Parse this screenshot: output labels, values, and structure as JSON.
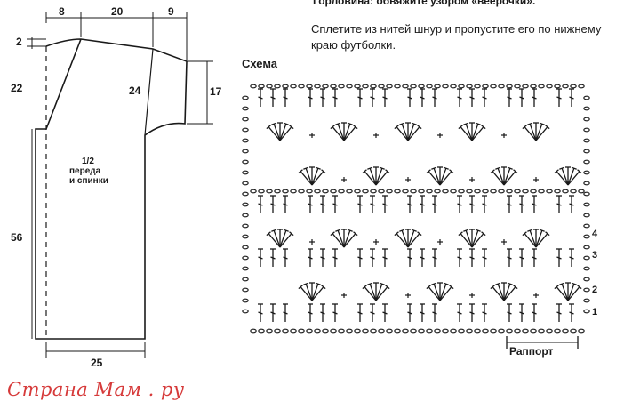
{
  "top_cut_text": "Горловина: обвяжите узором «веерочки».",
  "instructions": "Сплетите из нитей шнур и пропустите его по нижнему краю футболки.",
  "schema_title": "Схема",
  "pattern": {
    "part_label_fraction": "1/2",
    "part_label_line1": "переда",
    "part_label_line2": "и спинки",
    "dimensions": {
      "top_left": "8",
      "top_middle": "20",
      "top_right": "9",
      "neck_drop": "2",
      "armhole_depth": "22",
      "sleeve_inner": "24",
      "sleeve_width": "17",
      "body_length": "56",
      "bottom_width": "25"
    }
  },
  "crochet_chart": {
    "row_numbers": [
      "4",
      "3",
      "2",
      "1"
    ],
    "repeat_label": "Раппорт"
  },
  "watermark": "Страна Мам . ру"
}
